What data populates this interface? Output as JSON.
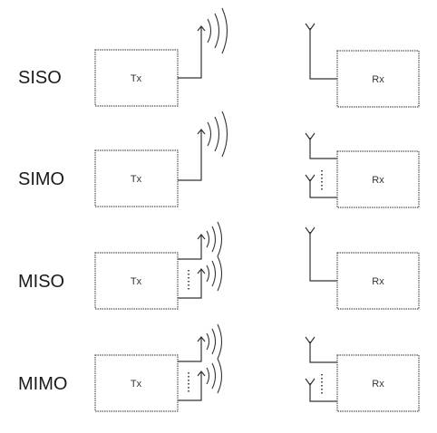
{
  "rows": [
    {
      "label": "SISO",
      "tx": "Tx",
      "rx": "Rx"
    },
    {
      "label": "SIMO",
      "tx": "Tx",
      "rx": "Rx"
    },
    {
      "label": "MISO",
      "tx": "Tx",
      "rx": "Rx"
    },
    {
      "label": "MIMO",
      "tx": "Tx",
      "rx": "Rx"
    }
  ],
  "colors": {
    "line": "#333333",
    "box_border": "#555555",
    "text": "#1a1a1a"
  }
}
